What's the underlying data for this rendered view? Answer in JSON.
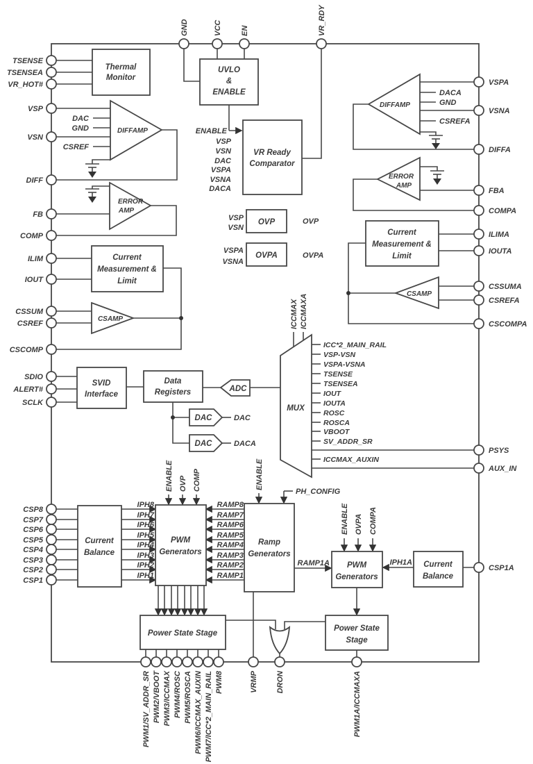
{
  "title": "VR controller functional block diagram",
  "pins": {
    "left": [
      "TSENSE",
      "TSENSEA",
      "VR_HOT#",
      "VSP",
      "VSN",
      "DIFF",
      "FB",
      "COMP",
      "ILIM",
      "IOUT",
      "CSSUM",
      "CSREF",
      "CSCOMP",
      "SDIO",
      "ALERT#",
      "SCLK",
      "CSP8",
      "CSP7",
      "CSP6",
      "CSP5",
      "CSP4",
      "CSP3",
      "CSP2",
      "CSP1"
    ],
    "top": [
      "GND",
      "VCC",
      "EN",
      "VR_RDY"
    ],
    "right": [
      "VSPA",
      "VSNA",
      "DIFFA",
      "FBA",
      "COMPA",
      "ILIMA",
      "IOUTA",
      "CSSUMA",
      "CSREFA",
      "CSCOMPA",
      "PSYS",
      "AUX_IN",
      "CSP1A"
    ],
    "bottom": [
      "PWM1/SV_ADDR_SR",
      "PWM2/VBOOT",
      "PWM3/ICCMAX",
      "PWM4/ROSC",
      "PWM5/ROSCA",
      "PWM6/ICCMAX_AUXIN",
      "PWM7/ICC*2_MAIN_RAIL",
      "PWM8",
      "VRMP",
      "DRON",
      "PWM1A/ICCMAXA"
    ]
  },
  "blocks": {
    "thermal": [
      "Thermal",
      "Monitor"
    ],
    "uvlo": [
      "UVLO",
      "&",
      "ENABLE"
    ],
    "vr_ready": [
      "VR Ready",
      "Comparator"
    ],
    "ovp": "OVP",
    "ovpa": "OVPA",
    "cml_left": [
      "Current",
      "Measurement &",
      "Limit"
    ],
    "cml_right": [
      "Current",
      "Measurement &",
      "Limit"
    ],
    "svid": [
      "SVID",
      "Interface"
    ],
    "data_registers": [
      "Data",
      "Registers"
    ],
    "adc": "ADC",
    "dac1": "DAC",
    "dac2": "DAC",
    "mux": "MUX",
    "current_balance_left": [
      "Current",
      "Balance"
    ],
    "pwm_left": [
      "PWM",
      "Generators"
    ],
    "ramp": [
      "Ramp",
      "Generators"
    ],
    "pwm_right": [
      "PWM",
      "Generators"
    ],
    "current_balance_right": [
      "Current",
      "Balance"
    ],
    "power_state_left": "Power State Stage",
    "power_state_right": [
      "Power State",
      "Stage"
    ]
  },
  "amps": {
    "diffamp_l": "DIFFAMP",
    "error_l1": "ERROR",
    "error_l2": "AMP",
    "csamp_l": "CSAMP",
    "diffamp_r": "DIFFAMP",
    "error_r1": "ERROR",
    "error_r2": "AMP",
    "csamp_r": "CSAMP"
  },
  "signals": {
    "diffamp_l_in": [
      "DAC",
      "GND",
      "CSREF"
    ],
    "enable_out": "ENABLE",
    "vr_in": [
      "VSP",
      "VSN",
      "DAC",
      "VSPA",
      "VSNA",
      "DACA"
    ],
    "ovp_in": [
      "VSP",
      "VSN"
    ],
    "ovp_out": "OVP",
    "ovpa_in": [
      "VSPA",
      "VSNA"
    ],
    "ovpa_out": "OVPA",
    "diffamp_r_in": [
      "DACA",
      "GND",
      "CSREFA"
    ],
    "dac_out": "DAC",
    "daca_out": "DACA",
    "mux_top": [
      "ICCMAX",
      "ICCMAXA"
    ],
    "mux_in": [
      "ICC*2_MAIN_RAIL",
      "VSP-VSN",
      "VSPA-VSNA",
      "TSENSE",
      "TSENSEA",
      "IOUT",
      "IOUTA",
      "ROSC",
      "ROSCA",
      "VBOOT",
      "SV_ADDR_SR"
    ],
    "mux_auxin": "ICCMAX_AUXIN",
    "pwm_l_top": [
      "ENABLE",
      "OVP",
      "COMP"
    ],
    "ramp_enable": "ENABLE",
    "ph_config": "PH_CONFIG",
    "iph": [
      "IPH8",
      "IPH7",
      "IPH6",
      "IPH5",
      "IPH4",
      "IPH3",
      "IPH2",
      "IPH1"
    ],
    "ramps": [
      "RAMP8",
      "RAMP7",
      "RAMP6",
      "RAMP5",
      "RAMP4",
      "RAMP3",
      "RAMP2",
      "RAMP1"
    ],
    "ramp1a": "RAMP1A",
    "iph1a": "IPH1A",
    "pwm_r_top": [
      "ENABLE",
      "OVPA",
      "COMPA"
    ]
  }
}
